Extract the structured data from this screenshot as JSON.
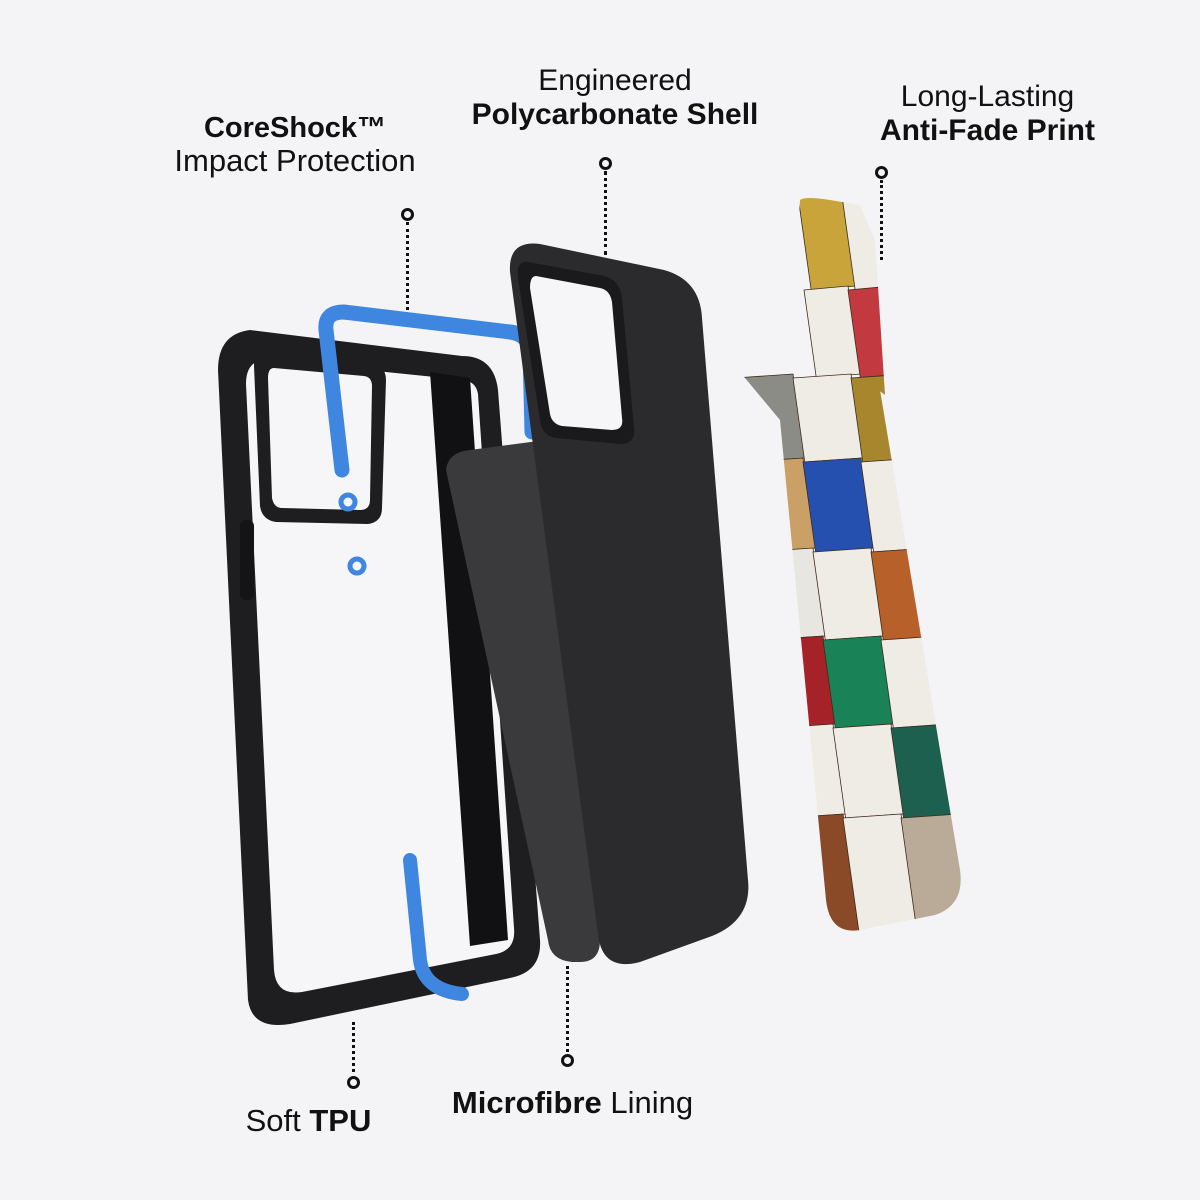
{
  "background": "#f4f4f6",
  "callouts": {
    "coreshock": {
      "bold": "CoreShock™",
      "light": "Impact Protection"
    },
    "polycarbonate": {
      "light": "Engineered",
      "bold": "Polycarbonate Shell"
    },
    "print": {
      "light": "Long-Lasting",
      "bold": "Anti-Fade Print"
    },
    "tpu": {
      "light": "Soft ",
      "bold": "TPU"
    },
    "microfibre": {
      "bold": "Microfibre",
      "light": " Lining"
    }
  },
  "colors": {
    "tpu_frame": "#1e1e20",
    "coreshock_blue": "#3f86e0",
    "shell": "#2b2b2d",
    "microfibre": "#3a3a3c"
  },
  "print_tiles": [
    [
      "#c9a43a",
      "#efece6"
    ],
    [
      "#efece6",
      "#c23a3f"
    ],
    [
      "#8c8c86",
      "#efece6",
      "#a8862e",
      "#efece6"
    ],
    [
      "#caa066",
      "#2650b0",
      "#efece6",
      "#1e1f1f"
    ],
    [
      "#e8e6e1",
      "#efece6",
      "#b8602a",
      "#efece6"
    ],
    [
      "#a52228",
      "#198256",
      "#efece6",
      "#2d5cc0"
    ],
    [
      "#efece6",
      "#efece6",
      "#1d6050",
      "#d2a030"
    ],
    [
      "#8a4a28",
      "#efece6",
      "#b9ab98",
      "#efece6"
    ]
  ]
}
